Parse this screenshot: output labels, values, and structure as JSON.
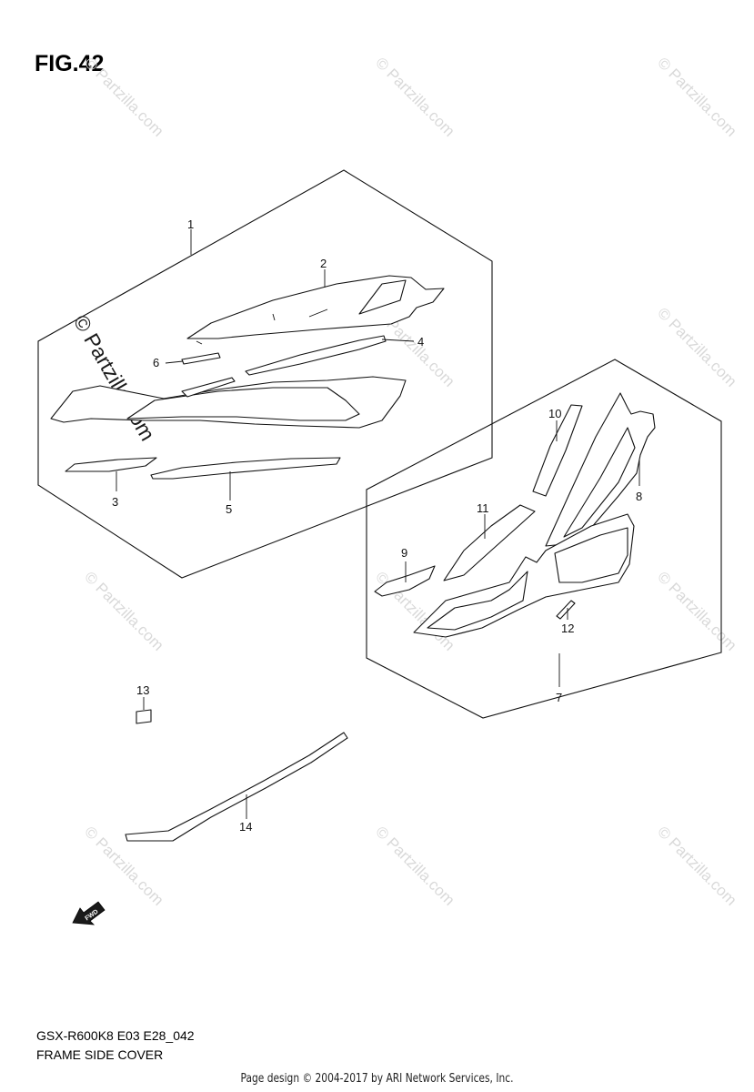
{
  "figure": {
    "title": "FIG.42",
    "model_code": "GSX-R600K8 E03 E28_042",
    "section_name": "FRAME SIDE COVER",
    "footer": "Page design © 2004-2017 by ARI Network Services, Inc."
  },
  "watermark": {
    "text": "© Partzilla.com",
    "prominent_text": "© Partzilla.com"
  },
  "direction_marker": {
    "label": "FWD"
  },
  "callouts": [
    {
      "id": "1",
      "label": "1"
    },
    {
      "id": "2",
      "label": "2"
    },
    {
      "id": "3",
      "label": "3"
    },
    {
      "id": "4",
      "label": "4"
    },
    {
      "id": "5",
      "label": "5"
    },
    {
      "id": "6",
      "label": "6"
    },
    {
      "id": "7",
      "label": "7"
    },
    {
      "id": "8",
      "label": "8"
    },
    {
      "id": "9",
      "label": "9"
    },
    {
      "id": "10",
      "label": "10"
    },
    {
      "id": "11",
      "label": "11"
    },
    {
      "id": "12",
      "label": "12"
    },
    {
      "id": "13",
      "label": "13"
    },
    {
      "id": "14",
      "label": "14"
    }
  ]
}
